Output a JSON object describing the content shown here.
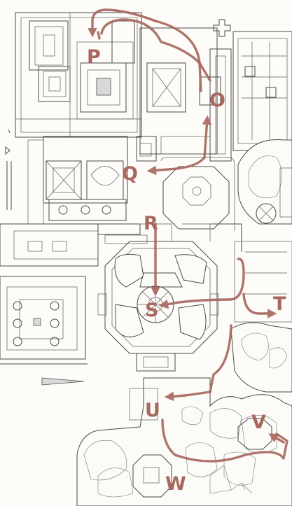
{
  "map": {
    "labels": [
      {
        "id": "P",
        "text": "P"
      },
      {
        "id": "O",
        "text": "O"
      },
      {
        "id": "Q",
        "text": "Q"
      },
      {
        "id": "R",
        "text": "R"
      },
      {
        "id": "S",
        "text": "S"
      },
      {
        "id": "T",
        "text": "T"
      },
      {
        "id": "U",
        "text": "U"
      },
      {
        "id": "V",
        "text": "V"
      },
      {
        "id": "W",
        "text": "W"
      }
    ],
    "colors": {
      "route": "#a8685e",
      "walls": "#4a4a4a",
      "background": "#fdfcf8"
    }
  }
}
